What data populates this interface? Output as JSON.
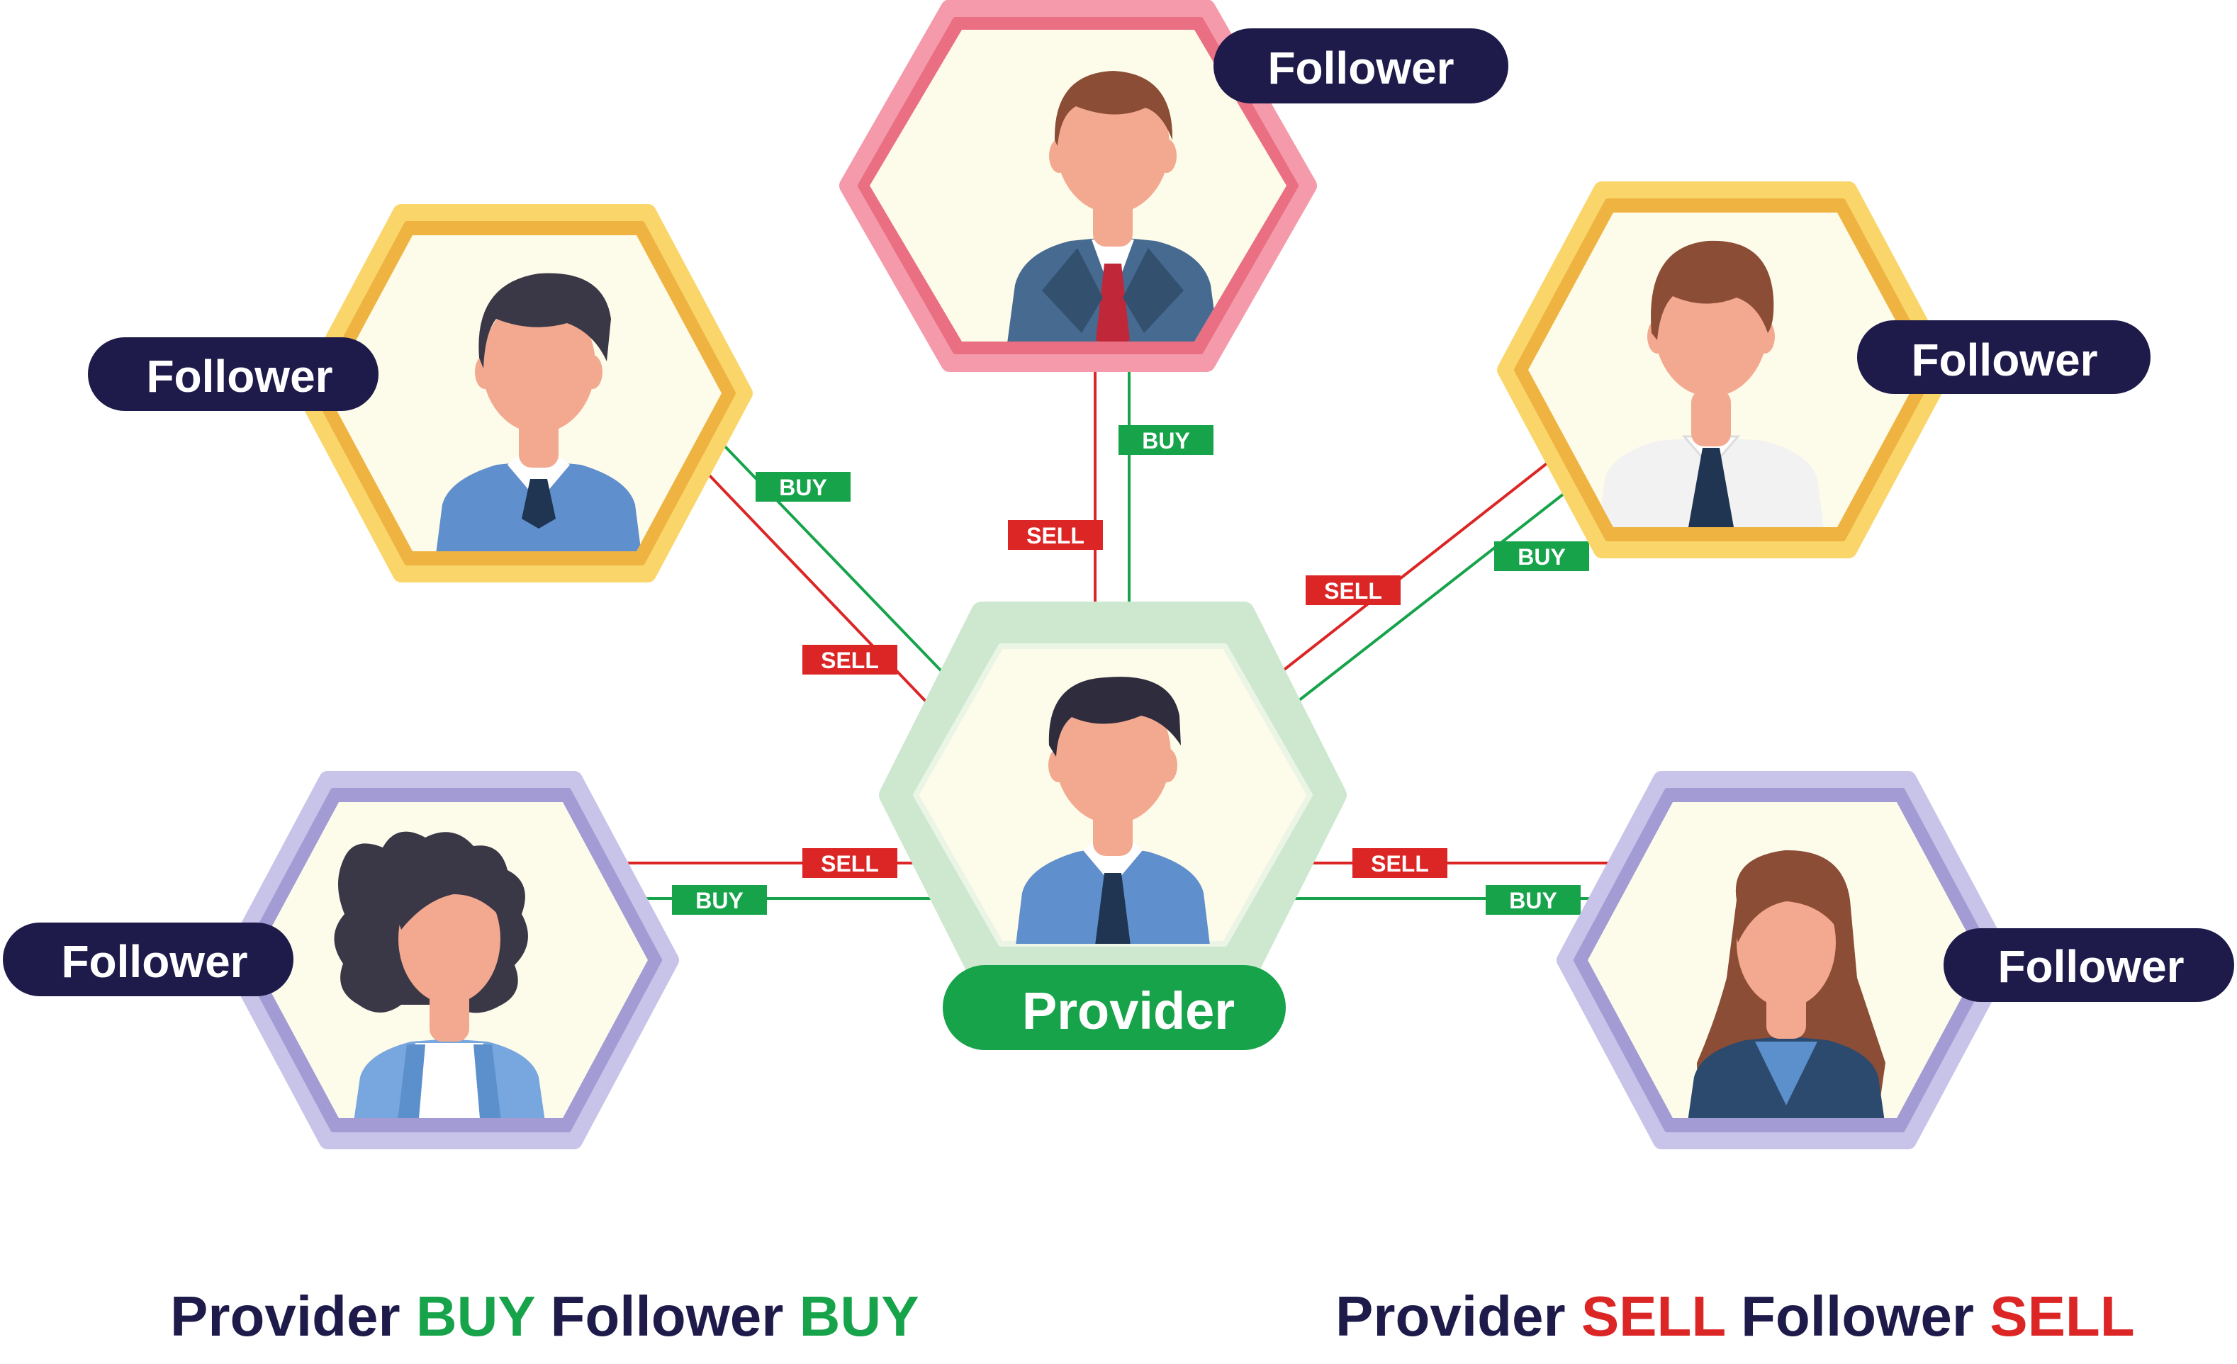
{
  "colors": {
    "navy": "#1e1b4b",
    "buy_green": "#16a34a",
    "sell_red": "#dc2626",
    "provider_ring": "#cde8cf",
    "follower_top_ring": "#ea6f82",
    "follower_gold_ring": "#f5c24a",
    "follower_purple_ring": "#a39bd3",
    "inner_fill": "#fdfbea"
  },
  "diagram": {
    "provider": {
      "label": "Provider"
    },
    "followers": [
      {
        "id": "top",
        "label": "Follower",
        "buy": "BUY",
        "sell": "SELL"
      },
      {
        "id": "upper-left",
        "label": "Follower",
        "buy": "BUY",
        "sell": "SELL"
      },
      {
        "id": "upper-right",
        "label": "Follower",
        "buy": "BUY",
        "sell": "SELL"
      },
      {
        "id": "lower-left",
        "label": "Follower",
        "buy": "BUY",
        "sell": "SELL"
      },
      {
        "id": "lower-right",
        "label": "Follower",
        "buy": "BUY",
        "sell": "SELL"
      }
    ]
  },
  "captions": {
    "buy": {
      "w1": "Provider",
      "w2": "BUY",
      "w3": "Follower",
      "w4": "BUY"
    },
    "sell": {
      "w1": "Provider",
      "w2": "SELL",
      "w3": "Follower",
      "w4": "SELL"
    }
  }
}
